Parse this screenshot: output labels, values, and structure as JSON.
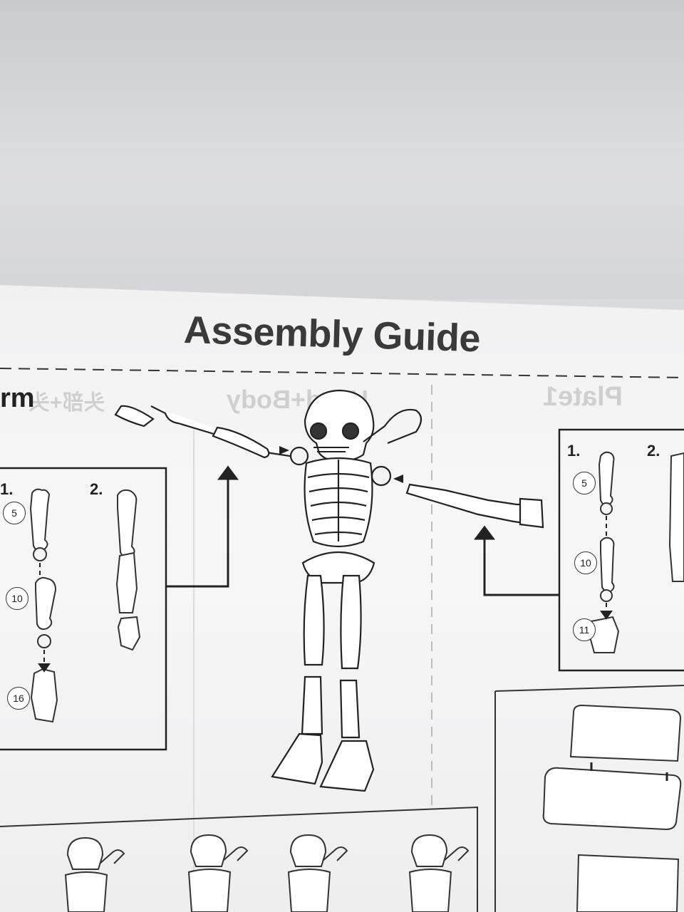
{
  "guide": {
    "title": "Assembly Guide",
    "left_section_label": "rm",
    "ghost_left": "头部+头",
    "ghost_center": "Head+Body",
    "ghost_right": "Plate1",
    "left_panel": {
      "step1": "1.",
      "step2": "2.",
      "parts": [
        "5",
        "10",
        "16"
      ]
    },
    "right_panel": {
      "step1": "1.",
      "step2": "2.",
      "parts": [
        "5",
        "10",
        "11"
      ]
    }
  }
}
